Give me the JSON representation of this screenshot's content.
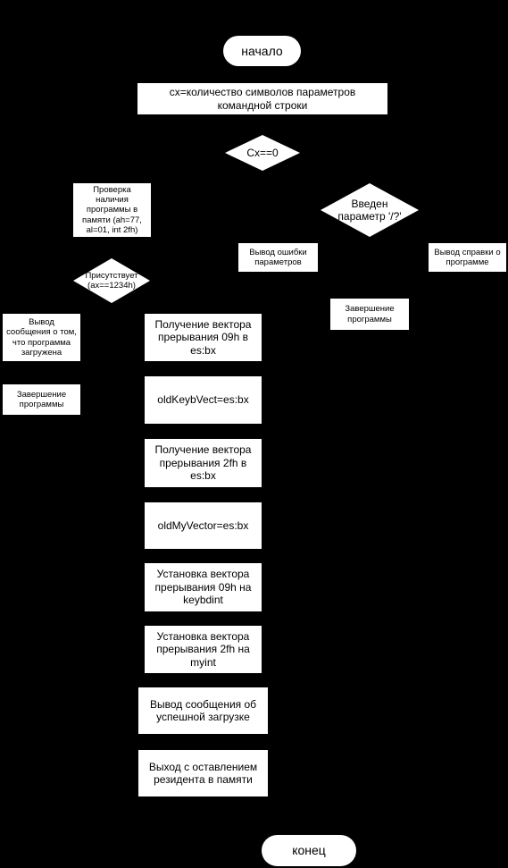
{
  "diagram": {
    "nodes": {
      "start": "начало",
      "set_cx": "cx=количество символов параметров\nкомандной строки",
      "check_cx": "Cx==0",
      "check_loaded": "Проверка\nналичия\nпрограммы в\nпамяти (ah=77,\nal=01, int 2fh)",
      "param_entered": "Введен\nпараметр '/?'",
      "param_error": "Вывод ошибки\nпараметров",
      "show_help": "Вывод справки о\nпрограмме",
      "is_present": "Присутствует\n(ax==1234h)",
      "finish_right": "Завершение\nпрограммы",
      "msg_loaded": "Вывод\nсообщения о том,\nчто программа\nзагружена",
      "get_vec_09": "Получение вектора\nпрерывания 09h в\nes:bx",
      "finish_left": "Завершение\nпрограммы",
      "old_keyb": "oldKeybVect=es:bx",
      "get_vec_2f": "Получение вектора\nпрерывания 2fh в\nes:bx",
      "old_my": "oldMyVector=es:bx",
      "set_vec_09": "Установка вектора\nпрерывания 09h на\nkeybdint",
      "set_vec_2f": "Установка вектора\nпрерывания 2fh на\nmyint",
      "msg_success": "Вывод сообщения об\nуспешной загрузке",
      "exit_resident": "Выход с оставлением\nрезидента в памяти",
      "end": "конец"
    }
  }
}
